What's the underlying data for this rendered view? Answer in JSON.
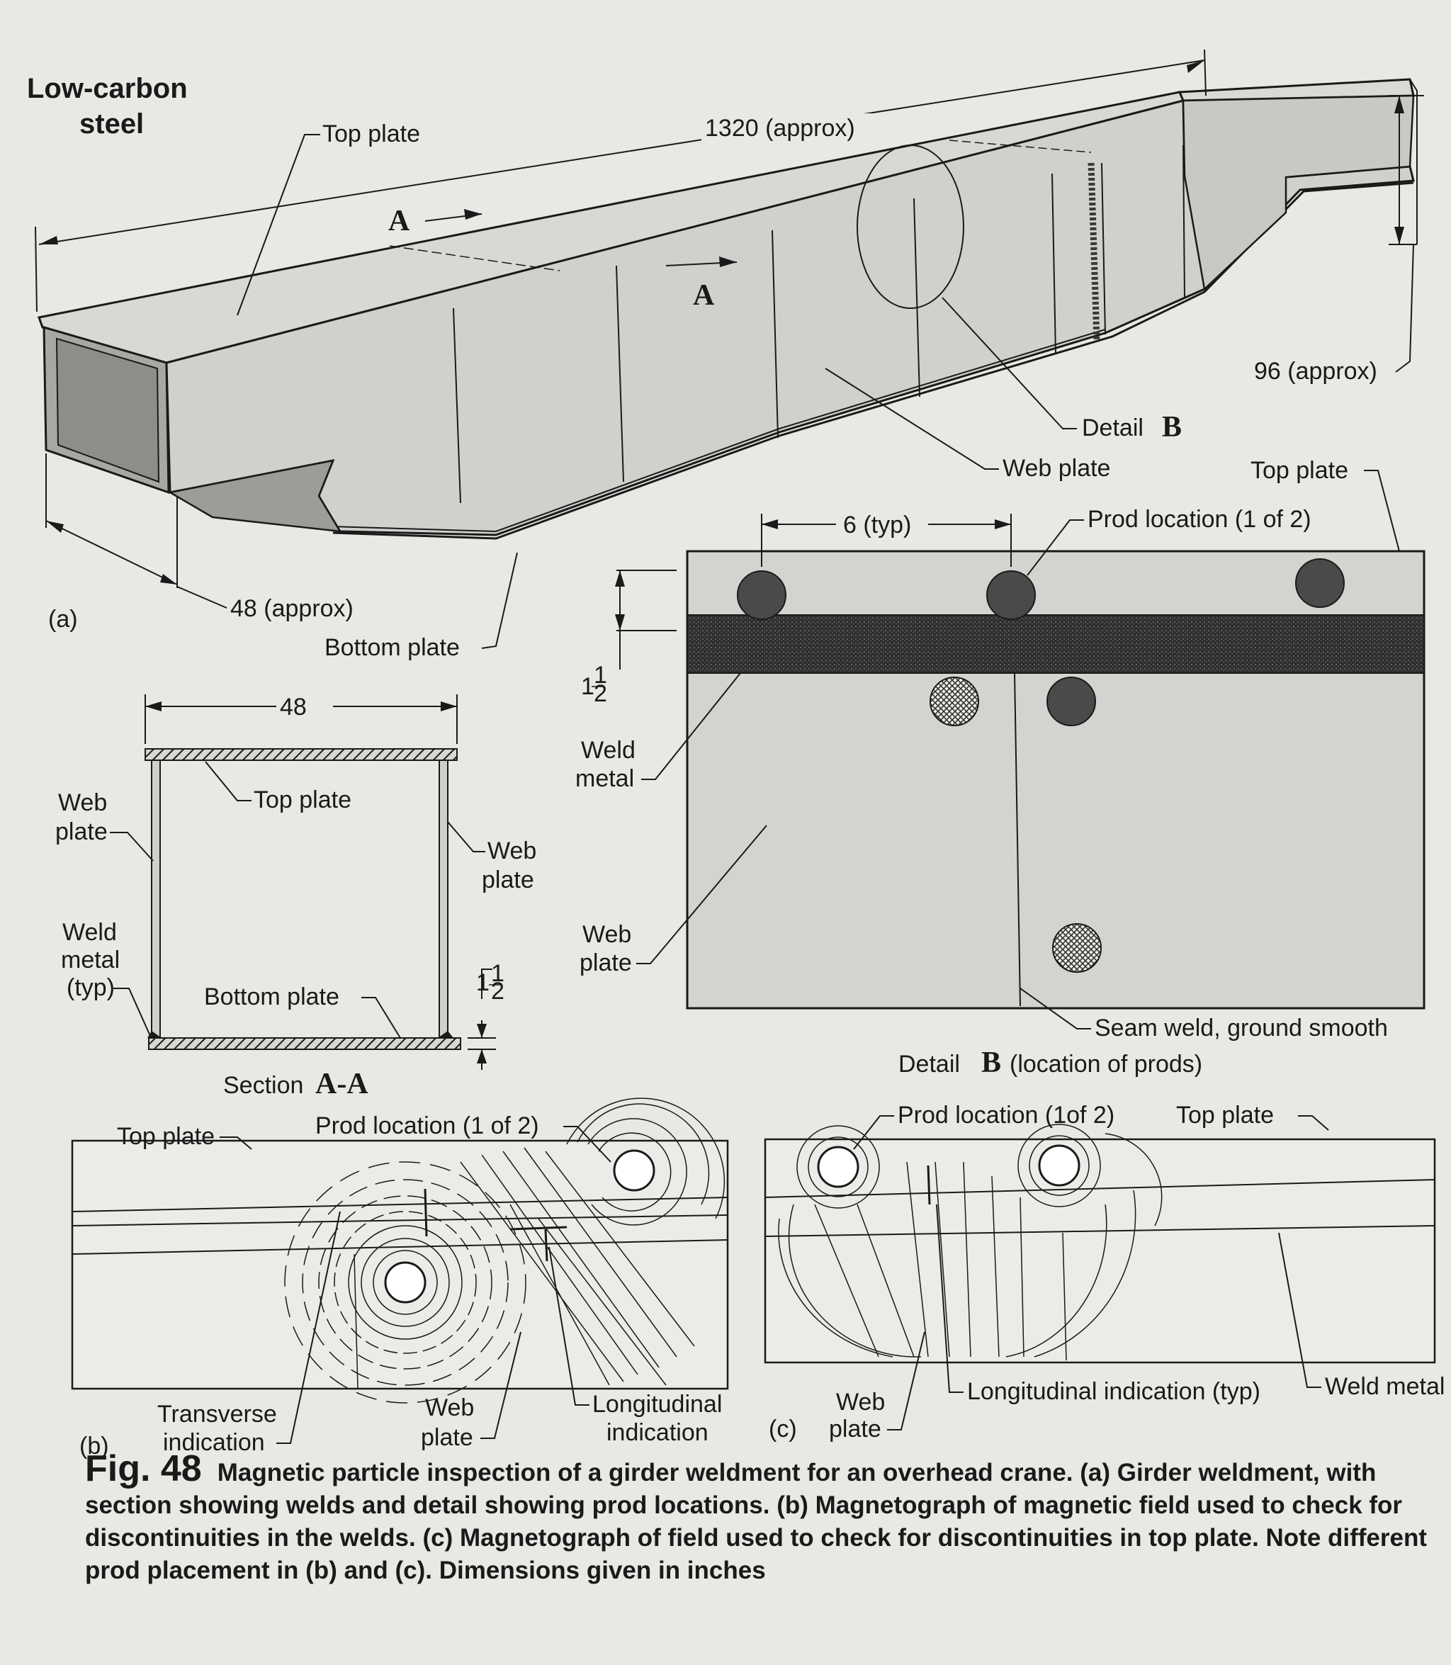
{
  "panel_a": {
    "material": [
      "Low-carbon",
      "steel"
    ],
    "top_plate": "Top plate",
    "length": "1320 (approx)",
    "height": "96 (approx)",
    "width": "48 (approx)",
    "section_marker": "A",
    "detail_b": "Detail",
    "detail_letter": "B",
    "web_plate": "Web plate",
    "bottom_plate": "Bottom plate",
    "panel_label": "(a)"
  },
  "section_aa": {
    "width": "48",
    "top_plate": "Top plate",
    "web_plate_left": [
      "Web",
      "plate"
    ],
    "web_plate_right": [
      "Web",
      "plate"
    ],
    "weld_metal": [
      "Weld",
      "metal",
      "(typ)"
    ],
    "bottom_plate": "Bottom plate",
    "thickness_whole": "1",
    "thickness_num": "1",
    "thickness_den": "2",
    "title": "Section",
    "title_letters": "A-A"
  },
  "detail_b": {
    "spacing": "6 (typ)",
    "prod_location": "Prod location (1 of 2)",
    "top_plate": "Top plate",
    "offset_whole": "1",
    "offset_num": "1",
    "offset_den": "2",
    "weld_metal": [
      "Weld",
      "metal"
    ],
    "web_plate": [
      "Web",
      "plate"
    ],
    "seam_weld": "Seam weld, ground smooth",
    "title": "Detail",
    "title_letter": "B",
    "title_suffix": "(location of prods)"
  },
  "panel_b": {
    "top_plate": "Top plate",
    "prod_location": "Prod location (1 of 2)",
    "transverse": [
      "Transverse",
      "indication"
    ],
    "web_plate": [
      "Web",
      "plate"
    ],
    "longitudinal": [
      "Longitudinal",
      "indication"
    ],
    "panel_label": "(b)"
  },
  "panel_c": {
    "prod_location": "Prod location (1of 2)",
    "top_plate": "Top plate",
    "web_plate": [
      "Web",
      "plate"
    ],
    "panel_label": "(c)",
    "longitudinal": "Longitudinal indication (typ)",
    "weld_metal": "Weld metal"
  },
  "caption": {
    "fig_label": "Fig. 48",
    "text": "Magnetic particle inspection of a girder weldment for an overhead crane. (a) Girder weldment, with section showing welds and detail showing prod locations. (b) Magnetograph of magnetic field used to check for discontinuities in the welds. (c) Magnetograph of field used to check for discontinuities in top plate. Note different prod placement in (b) and (c). Dimensions given in inches"
  },
  "colors": {
    "paper": "#e9e8e4",
    "plate_fill": "#d4d3cf",
    "plate_dark": "#9f9e9a",
    "weld": "#3b3b3b",
    "prod_fill": "#4a4a4a"
  }
}
